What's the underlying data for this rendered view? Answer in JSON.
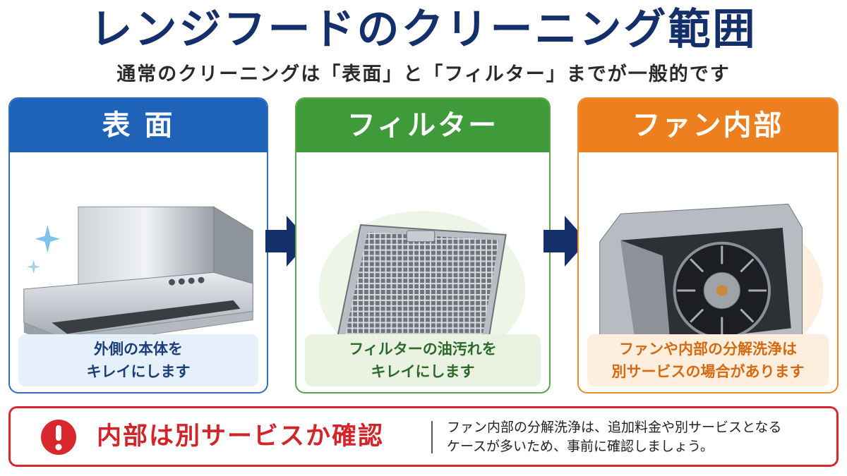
{
  "header": {
    "title": "レンジフードのクリーニング範囲",
    "subtitle": "通常のクリーニングは「表面」と「フィルター」までが一般的です"
  },
  "cards": [
    {
      "label": "表 面",
      "caption_lines": [
        "外側の本体を",
        "キレイにします"
      ],
      "accent": "#1f63b8"
    },
    {
      "label": "フィルター",
      "caption_lines": [
        "フィルターの油汚れを",
        "キレイにします"
      ],
      "accent": "#3f9a3a"
    },
    {
      "label": "ファン内部",
      "caption_lines": [
        "ファンや内部の分解洗浄は",
        "別サービスの場合があります"
      ],
      "accent": "#ee7f1f"
    }
  ],
  "notice": {
    "title": "内部は別サービスか確認",
    "text_lines": [
      "ファン内部の分解洗浄は、追加料金や別サービスとなる",
      "ケースが多いため、事前に確認しましょう。"
    ],
    "accent": "#d3242a"
  },
  "icons": {
    "arrow": "right-arrow-icon",
    "alert": "exclamation-icon",
    "sparkle": "sparkle-icon"
  }
}
